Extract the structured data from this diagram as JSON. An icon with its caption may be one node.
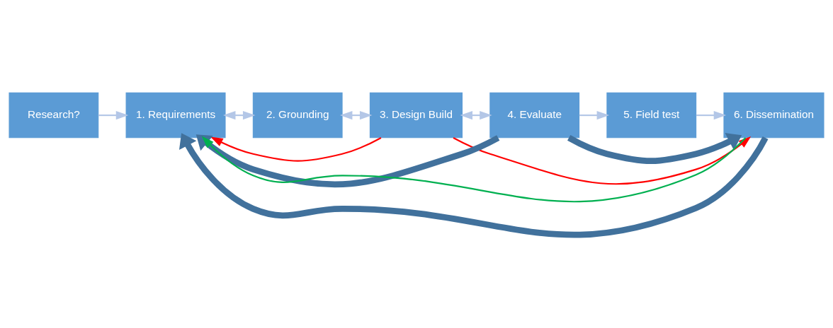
{
  "diagram": {
    "nodes": [
      {
        "text": [
          "Research?"
        ]
      },
      {
        "text": [
          "1. Requirements"
        ]
      },
      {
        "text": [
          "2. Grounding"
        ]
      },
      {
        "text": [
          "3. Design Build"
        ]
      },
      {
        "text": [
          "4. Evaluate"
        ]
      },
      {
        "text": [
          "5. Field test"
        ]
      },
      {
        "text": [
          "6. Dissemination"
        ]
      }
    ],
    "edges": [
      {
        "from": 0,
        "to": 1,
        "arrow": "to"
      },
      {
        "from": 1,
        "to": 2,
        "arrow": "both"
      },
      {
        "from": 2,
        "to": 3,
        "arrow": "both"
      },
      {
        "from": 3,
        "to": 4,
        "arrow": "both"
      },
      {
        "from": 4,
        "to": 5,
        "arrow": "to"
      },
      {
        "from": 5,
        "to": 6,
        "arrow": "to"
      },
      {
        "from": 6,
        "to": 1,
        "arrow": "to",
        "style": "thick",
        "color": "#41719c"
      },
      {
        "from": 4,
        "to": 1,
        "arrow": "to",
        "style": "thick",
        "color": "#41719c"
      },
      {
        "from": 4,
        "to": 6,
        "arrow": "to",
        "style": "thick",
        "color": "#41719c"
      },
      {
        "from": 6,
        "to": 1,
        "arrow": "to",
        "color": "#00b050"
      },
      {
        "from": 3,
        "to": 1,
        "arrow": "to",
        "color": "#ff0000"
      },
      {
        "from": 3,
        "to": 6,
        "arrow": "to",
        "color": "#ff0000"
      }
    ]
  }
}
